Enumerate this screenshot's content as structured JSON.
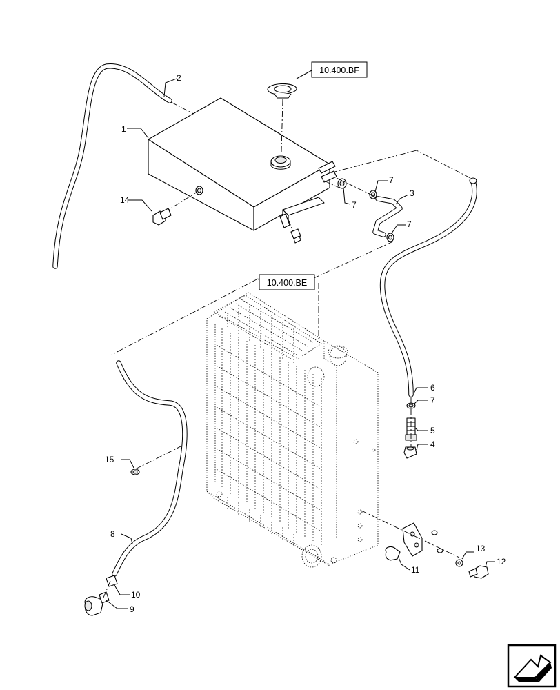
{
  "diagram": {
    "references": [
      {
        "id": "ref-bf",
        "text": "10.400.BF"
      },
      {
        "id": "ref-be",
        "text": "10.400.BE"
      }
    ],
    "callouts": [
      {
        "id": "c1",
        "text": "1"
      },
      {
        "id": "c2",
        "text": "2"
      },
      {
        "id": "c3",
        "text": "3"
      },
      {
        "id": "c7a",
        "text": "7"
      },
      {
        "id": "c7b",
        "text": "7"
      },
      {
        "id": "c7c",
        "text": "7"
      },
      {
        "id": "c14",
        "text": "14"
      },
      {
        "id": "c6",
        "text": "6"
      },
      {
        "id": "c7d",
        "text": "7"
      },
      {
        "id": "c5",
        "text": "5"
      },
      {
        "id": "c4",
        "text": "4"
      },
      {
        "id": "c15",
        "text": "15"
      },
      {
        "id": "c8",
        "text": "8"
      },
      {
        "id": "c10",
        "text": "10"
      },
      {
        "id": "c9",
        "text": "9"
      },
      {
        "id": "c11",
        "text": "11"
      },
      {
        "id": "c13",
        "text": "13"
      },
      {
        "id": "c12",
        "text": "12"
      }
    ],
    "nav_icon": "next-page-arrow-icon"
  }
}
